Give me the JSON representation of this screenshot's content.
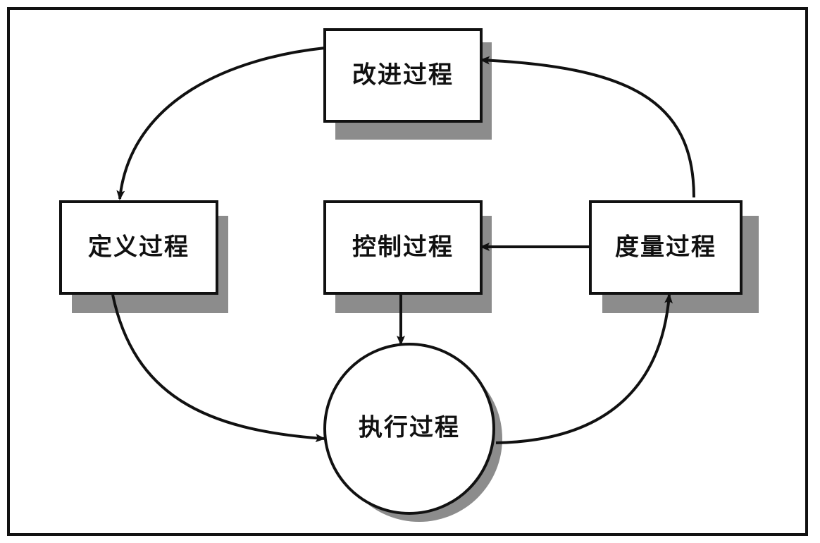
{
  "diagram": {
    "nodes": {
      "improve": {
        "label": "改进过程"
      },
      "define": {
        "label": "定义过程"
      },
      "control": {
        "label": "控制过程"
      },
      "measure": {
        "label": "度量过程"
      },
      "execute": {
        "label": "执行过程"
      }
    },
    "edges": [
      {
        "from": "improve",
        "to": "define"
      },
      {
        "from": "define",
        "to": "execute"
      },
      {
        "from": "execute",
        "to": "measure"
      },
      {
        "from": "measure",
        "to": "improve"
      },
      {
        "from": "measure",
        "to": "control"
      },
      {
        "from": "control",
        "to": "execute"
      }
    ],
    "colors": {
      "stroke": "#111111",
      "fill": "#ffffff",
      "shadow": "#8c8c8c",
      "background": "#ffffff"
    }
  }
}
